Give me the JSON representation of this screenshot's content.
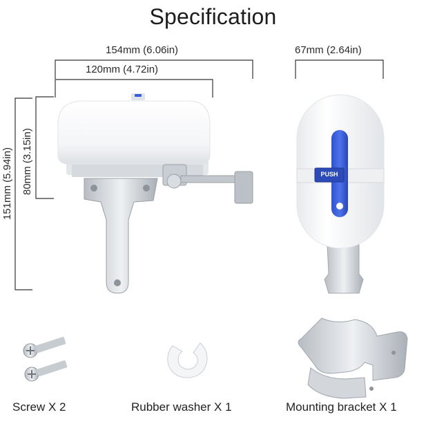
{
  "title": "Specification",
  "dimensions": {
    "width_total": "154mm (6.06in)",
    "width_body": "120mm (4.72in)",
    "height_total": "151mm (5.94in)",
    "height_body": "80mm (3.15in)",
    "depth": "67mm (2.64in)"
  },
  "device": {
    "push_label": "PUSH"
  },
  "accessories": [
    {
      "caption": "Screw X 2"
    },
    {
      "caption": "Rubber washer X 1"
    },
    {
      "caption": "Mounting bracket X 1"
    }
  ],
  "colors": {
    "body": "#f7f8fa",
    "accent_blue": "#3a5ed8",
    "metal": "#cfd3d8",
    "dimension_line": "#333333"
  }
}
